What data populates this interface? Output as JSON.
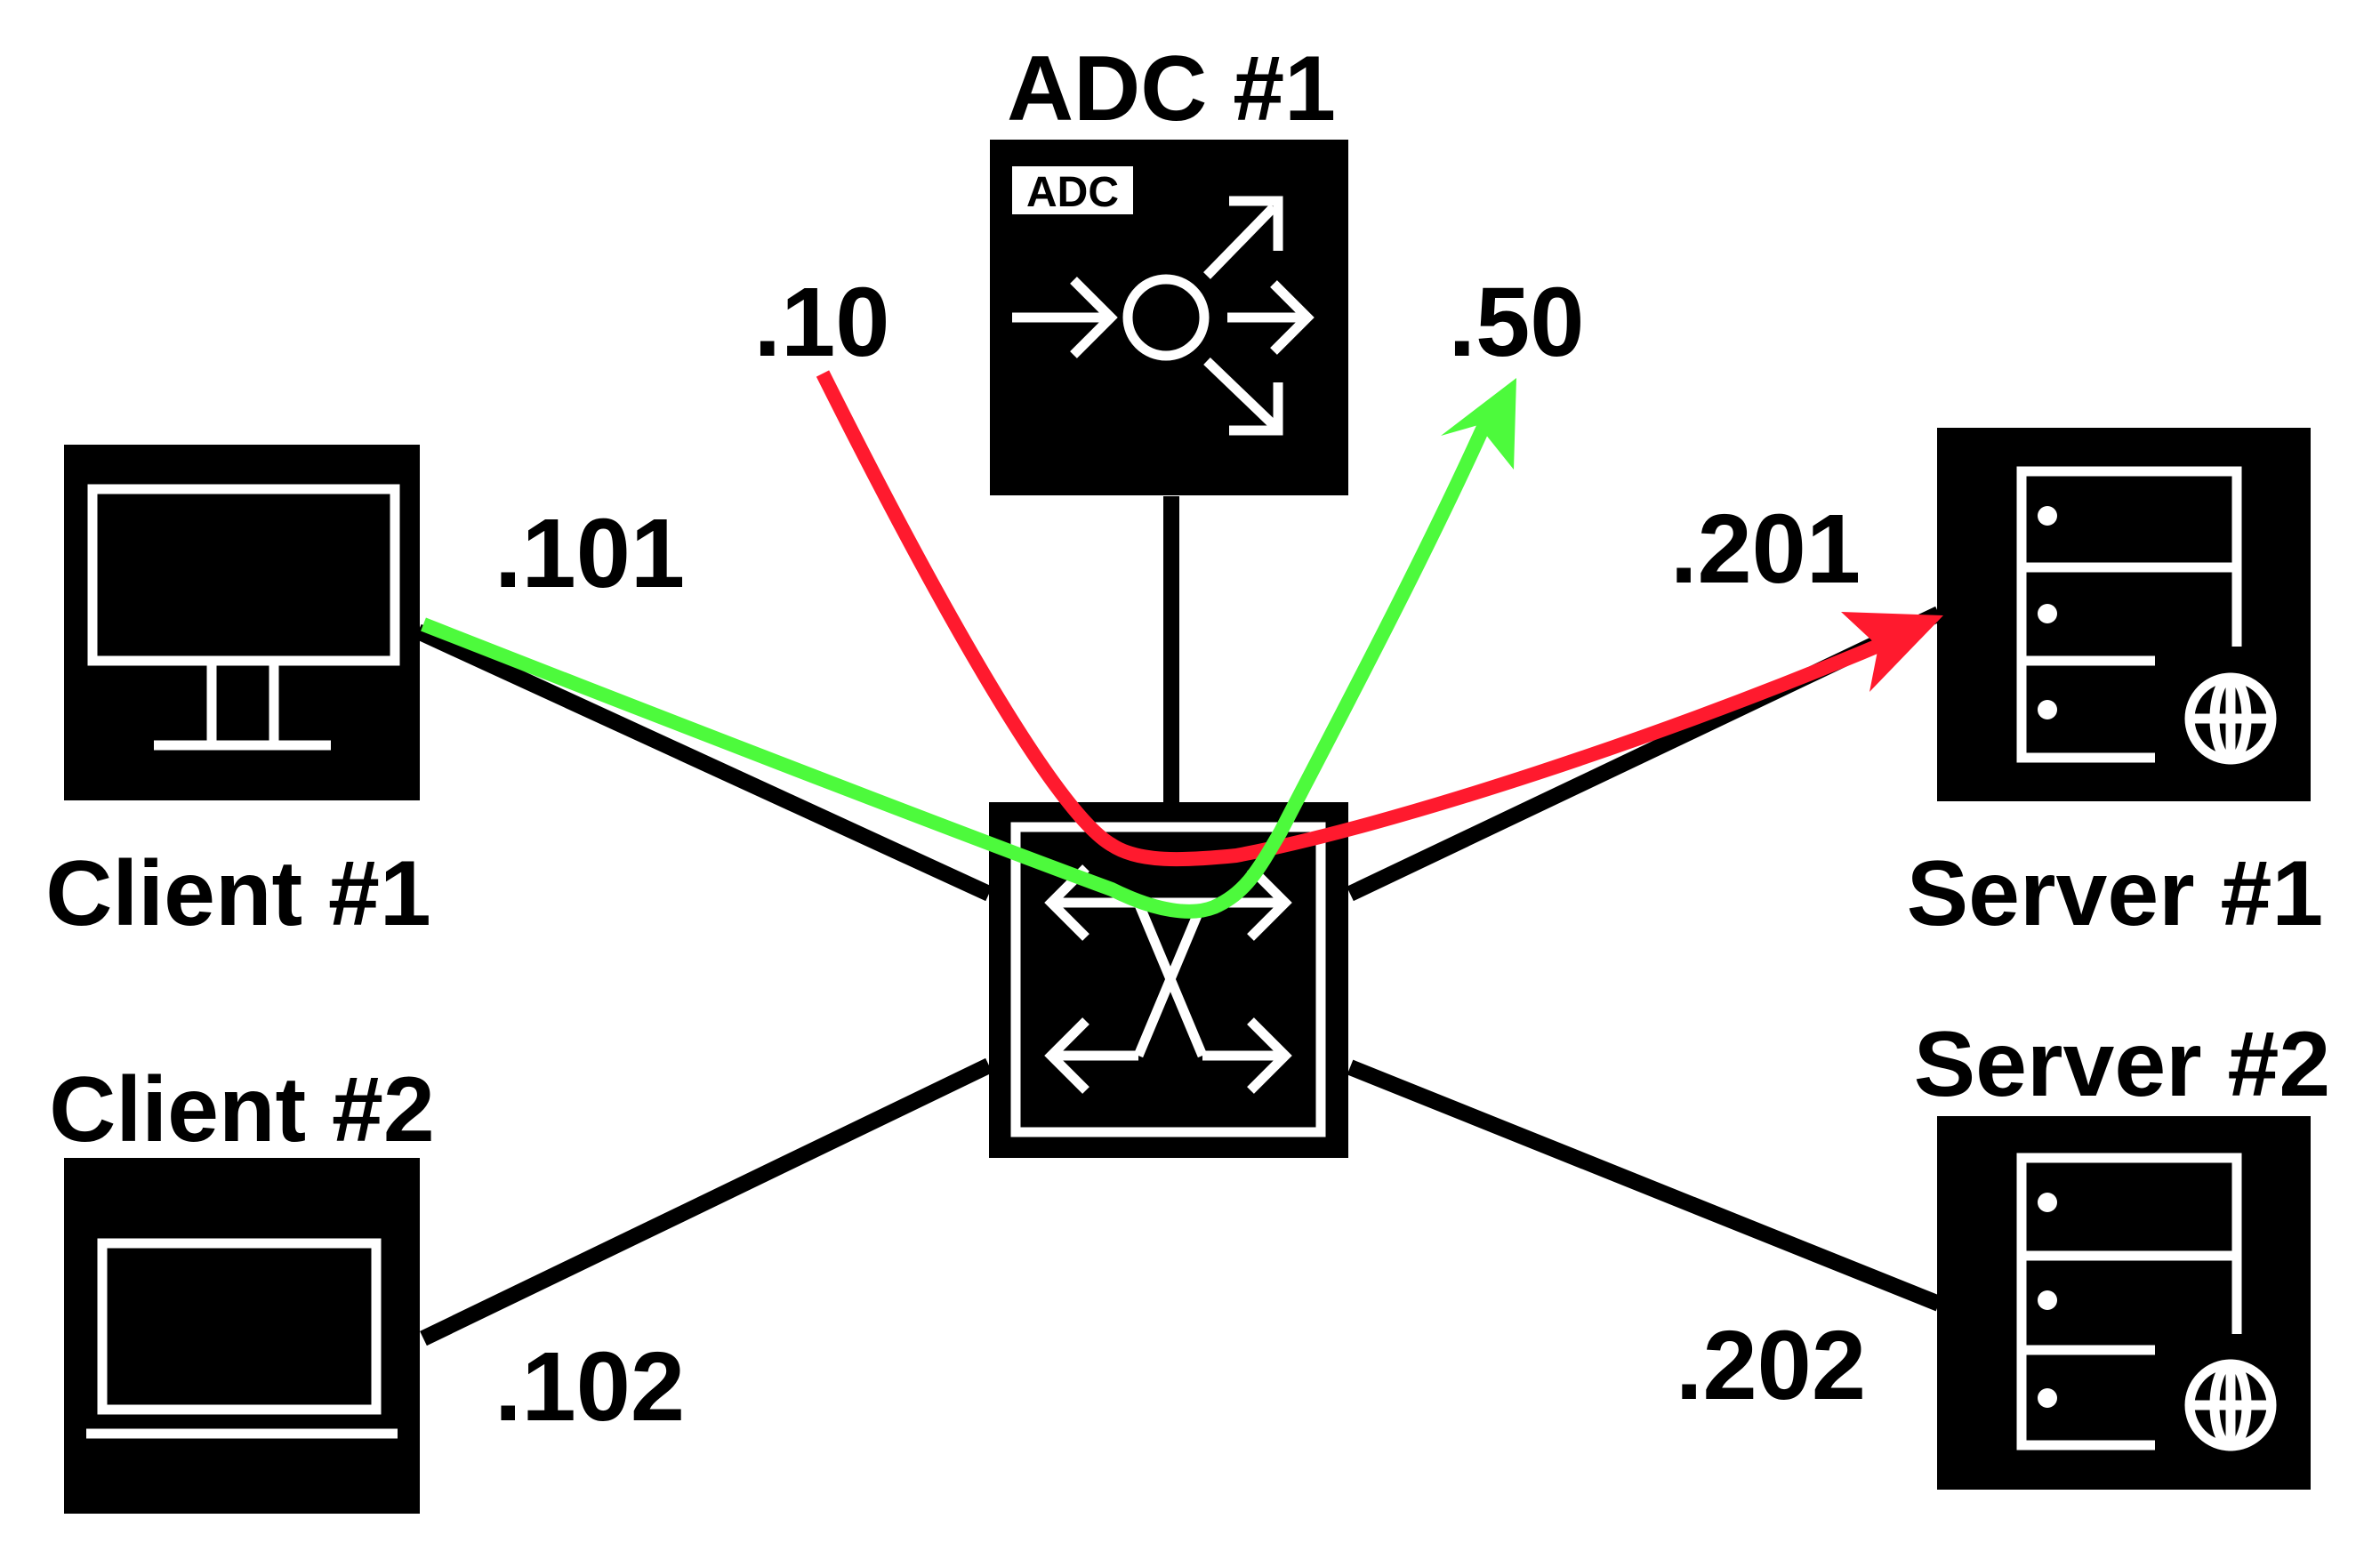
{
  "colors": {
    "background": "#ffffff",
    "device": "#000000",
    "icon": "#ffffff",
    "path_red": "#ff1a2e",
    "path_green": "#4dfa3c"
  },
  "nodes": {
    "adc": {
      "label": "ADC #1",
      "tag": "ADC",
      "icon": "load-balancer-icon"
    },
    "switch": {
      "icon": "switch-arrows-icon"
    },
    "client1": {
      "label": "Client #1",
      "ip": ".101",
      "icon": "monitor-icon"
    },
    "client2": {
      "label": "Client #2",
      "ip": ".102",
      "icon": "laptop-icon"
    },
    "server1": {
      "label": "Server #1",
      "ip": ".201",
      "icon": "web-server-icon"
    },
    "server2": {
      "label": "Server #2",
      "ip": ".202",
      "icon": "web-server-icon"
    }
  },
  "adc_addresses": {
    "snip": ".10",
    "vip": ".50"
  },
  "flows": [
    {
      "color": "green",
      "from": "client1",
      "to": "vip"
    },
    {
      "color": "red",
      "from": "snip",
      "to": "server1"
    }
  ]
}
